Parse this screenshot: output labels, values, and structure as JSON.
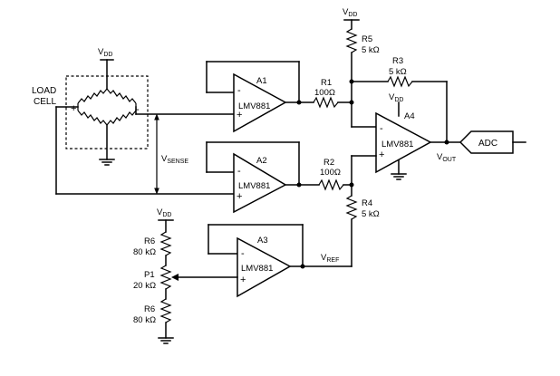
{
  "vdd_label": "V",
  "vdd_sub": "DD",
  "load_cell": {
    "line1": "LOAD",
    "line2": "CELL",
    "plus": "+",
    "minus": "-"
  },
  "vsense": {
    "main": "V",
    "sub": "SENSE"
  },
  "amps": {
    "a1": {
      "name": "A1",
      "part": "LMV881",
      "inv": "-",
      "noninv": "+"
    },
    "a2": {
      "name": "A2",
      "part": "LMV881",
      "inv": "-",
      "noninv": "+"
    },
    "a3": {
      "name": "A3",
      "part": "LMV881",
      "inv": "-",
      "noninv": "+"
    },
    "a4": {
      "name": "A4",
      "part": "LMV881",
      "inv": "-",
      "noninv": "+"
    }
  },
  "resistors": {
    "r1": {
      "name": "R1",
      "value": "100Ω"
    },
    "r2": {
      "name": "R2",
      "value": "100Ω"
    },
    "r3": {
      "name": "R3",
      "value": "5 kΩ"
    },
    "r4": {
      "name": "R4",
      "value": "5 kΩ"
    },
    "r5": {
      "name": "R5",
      "value": "5 kΩ"
    },
    "r6_top": {
      "name": "R6",
      "value": "80 kΩ"
    },
    "p1": {
      "name": "P1",
      "value": "20 kΩ"
    },
    "r6_bottom": {
      "name": "R6",
      "value": "80 kΩ"
    }
  },
  "vout": {
    "main": "V",
    "sub": "OUT"
  },
  "vref": {
    "main": "V",
    "sub": "REF"
  },
  "adc_label": "ADC"
}
